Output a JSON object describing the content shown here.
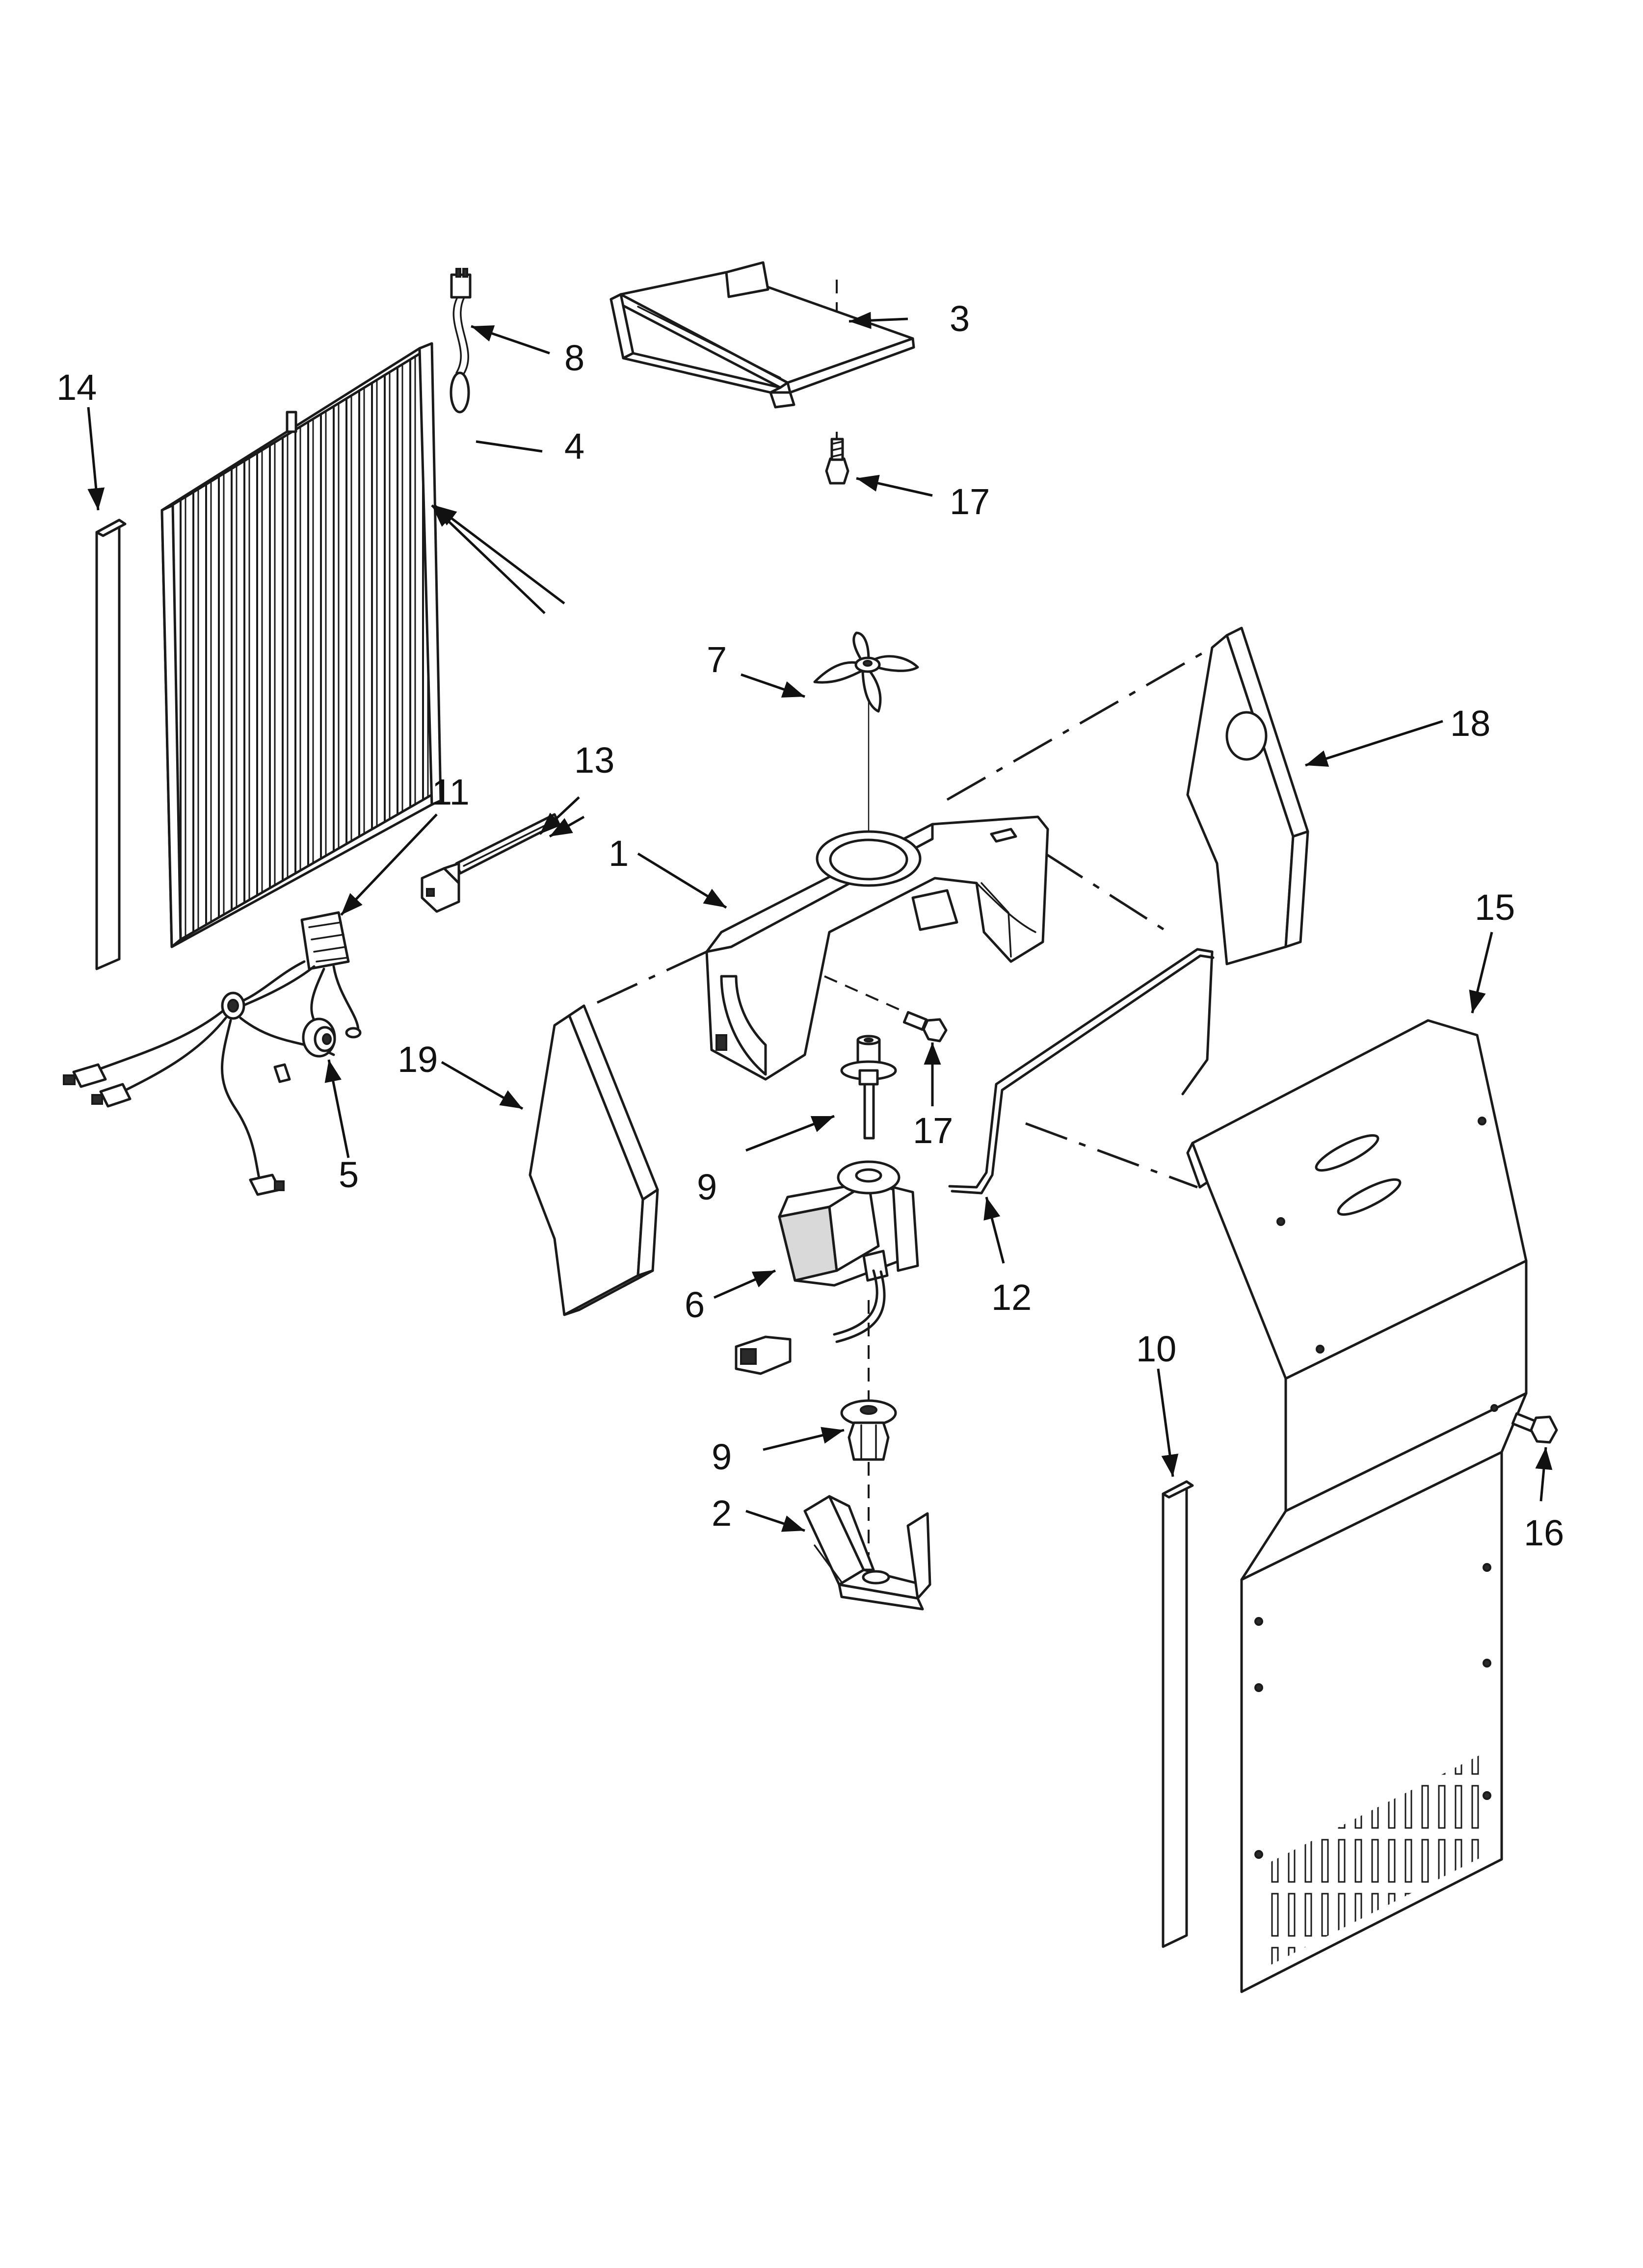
{
  "callouts": {
    "c1": "1",
    "c2": "2",
    "c3": "3",
    "c4": "4",
    "c5": "5",
    "c6": "6",
    "c7": "7",
    "c8a": "8",
    "c9a": "9",
    "c9b": "9",
    "c10": "10",
    "c11": "11",
    "c12": "12",
    "c13": "13",
    "c14": "14",
    "c15": "15",
    "c16": "16",
    "c17a": "17",
    "c17b": "17",
    "c18": "18",
    "c19": "19"
  }
}
